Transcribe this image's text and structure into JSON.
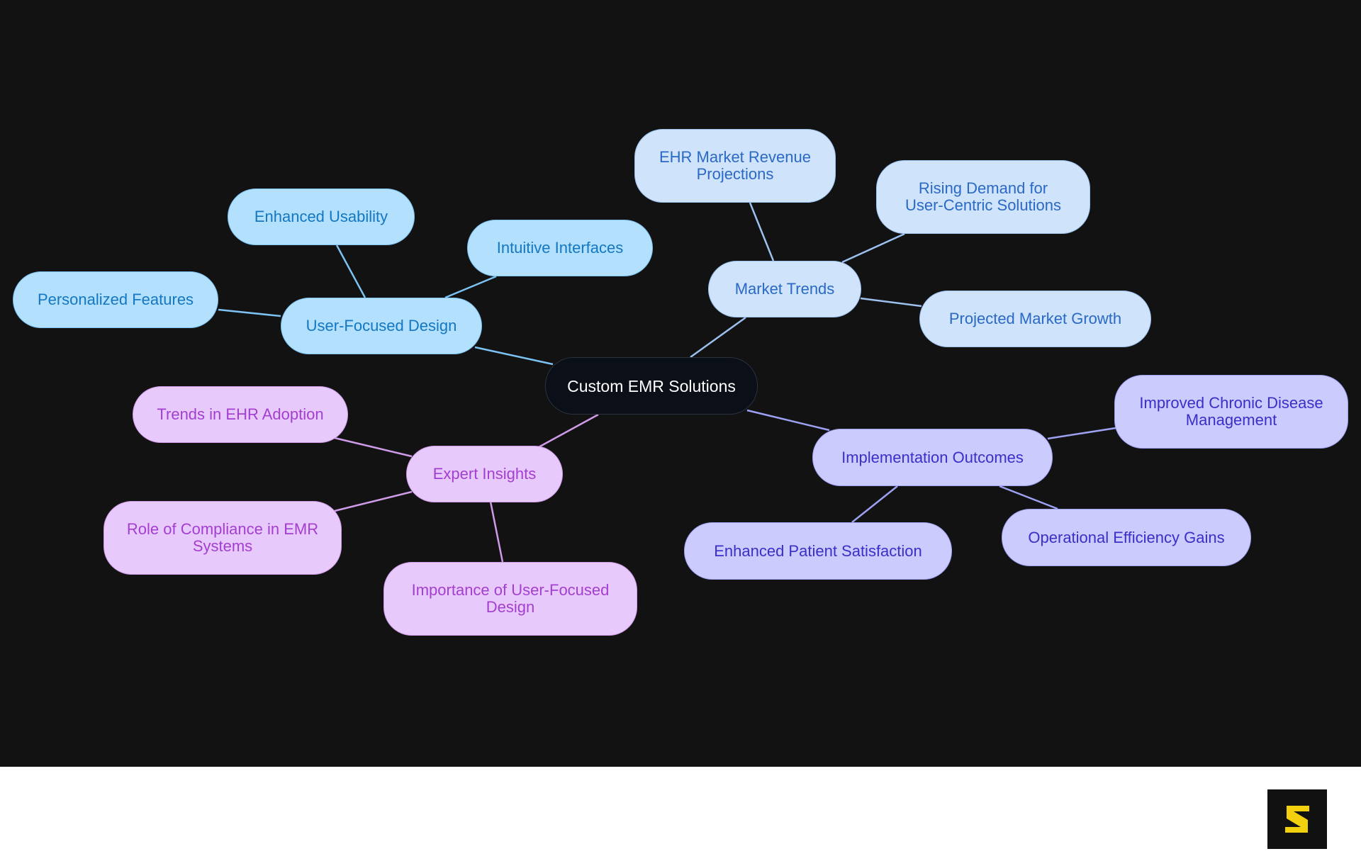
{
  "root": {
    "label": "Custom EMR Solutions"
  },
  "branches": {
    "user_focused_design": {
      "label": "User-Focused Design",
      "children": [
        "Enhanced Usability",
        "Intuitive Interfaces",
        "Personalized Features"
      ]
    },
    "market_trends": {
      "label": "Market Trends",
      "children": [
        "EHR Market Revenue Projections",
        "Rising Demand for User-Centric Solutions",
        "Projected Market Growth"
      ]
    },
    "expert_insights": {
      "label": "Expert Insights",
      "children": [
        "Trends in EHR Adoption",
        "Role of Compliance in EMR Systems",
        "Importance of User-Focused Design"
      ]
    },
    "implementation_outcomes": {
      "label": "Implementation Outcomes",
      "children": [
        "Improved Chronic Disease Management",
        "Enhanced Patient Satisfaction",
        "Operational Efficiency Gains"
      ]
    }
  },
  "colors": {
    "canvas_background": "#121212",
    "root_fill": "#0b0f17",
    "user_focused_design": "#b3e0fd",
    "market_trends": "#cfe3fb",
    "expert_insights": "#e8c9fb",
    "implementation_outcomes": "#cbccfd",
    "logo_accent": "#f2d00d"
  },
  "logo": {
    "icon": "brand-logo-icon"
  }
}
